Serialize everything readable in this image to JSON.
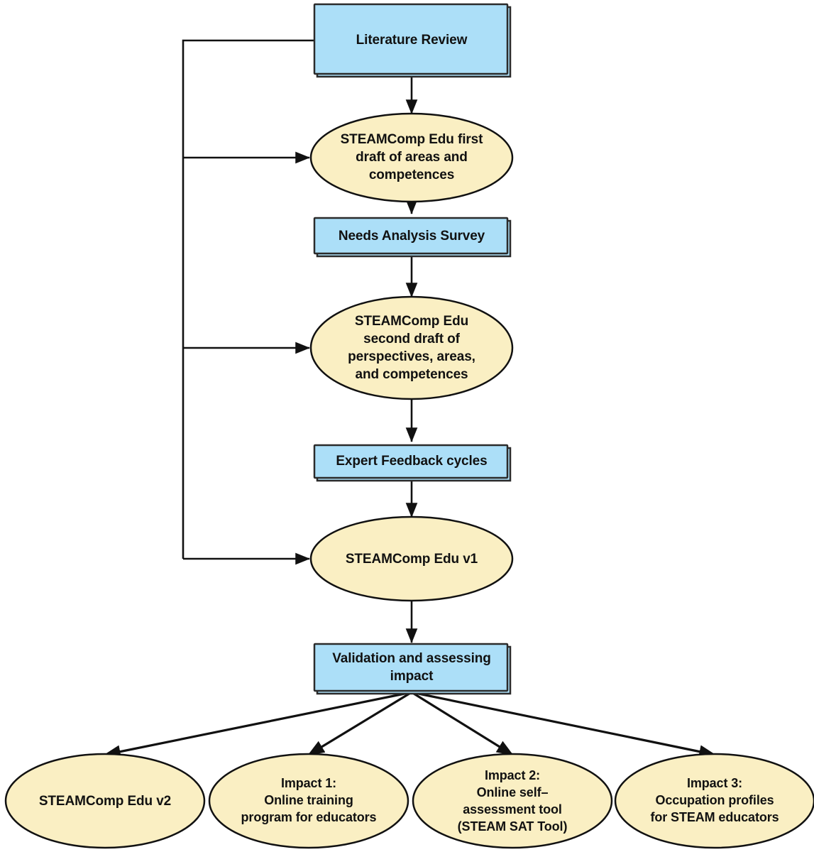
{
  "diagram": {
    "title": "STEAMComp Edu development and impact flowchart",
    "type": "flowchart",
    "colors": {
      "process_fill": "#ACDFF8",
      "outcome_fill": "#FAEFC3",
      "stroke": "#111111",
      "text": "#111111",
      "background": "#FFFFFF"
    },
    "nodes": [
      {
        "id": "literature-review",
        "shape": "rectangle",
        "label": "Literature Review",
        "lines": [
          "Literature Review"
        ]
      },
      {
        "id": "first-draft",
        "shape": "ellipse",
        "label": "STEAMComp Edu first draft of areas and competences",
        "lines": [
          "STEAMComp Edu first",
          "draft of areas and",
          "competences"
        ]
      },
      {
        "id": "needs-analysis-survey",
        "shape": "rectangle",
        "label": "Needs Analysis Survey",
        "lines": [
          "Needs Analysis Survey"
        ]
      },
      {
        "id": "second-draft",
        "shape": "ellipse",
        "label": "STEAMComp Edu second draft of perspectives, areas, and competences",
        "lines": [
          "STEAMComp Edu",
          "second draft of",
          "perspectives, areas,",
          "and competences"
        ]
      },
      {
        "id": "expert-feedback-cycles",
        "shape": "rectangle",
        "label": "Expert Feedback cycles",
        "lines": [
          "Expert Feedback cycles"
        ]
      },
      {
        "id": "steamcomp-edu-v1",
        "shape": "ellipse",
        "label": "STEAMComp Edu v1",
        "lines": [
          "STEAMComp Edu v1"
        ]
      },
      {
        "id": "validation-assessing-impact",
        "shape": "rectangle",
        "label": "Validation and assessing impact",
        "lines": [
          "Validation and assessing",
          "impact"
        ]
      },
      {
        "id": "steamcomp-edu-v2",
        "shape": "ellipse",
        "label": "STEAMComp Edu v2",
        "lines": [
          "STEAMComp Edu v2"
        ]
      },
      {
        "id": "impact-1",
        "shape": "ellipse",
        "label": "Impact 1: Online training program for educators",
        "lines": [
          "Impact 1:",
          "Online training",
          "program for educators"
        ]
      },
      {
        "id": "impact-2",
        "shape": "ellipse",
        "label": "Impact 2: Online self-assessment tool (STEAM SAT Tool)",
        "lines": [
          "Impact 2:",
          "Online self–",
          "assessment tool",
          "(STEAM SAT Tool)"
        ]
      },
      {
        "id": "impact-3",
        "shape": "ellipse",
        "label": "Impact 3: Occupation profiles for STEAM educators",
        "lines": [
          "Impact 3:",
          "Occupation profiles",
          "for STEAM educators"
        ]
      }
    ],
    "edges": [
      {
        "from": "literature-review",
        "to": "first-draft",
        "style": "straight-arrow"
      },
      {
        "from": "first-draft",
        "to": "needs-analysis-survey",
        "style": "straight-arrow"
      },
      {
        "from": "needs-analysis-survey",
        "to": "second-draft",
        "style": "straight-arrow"
      },
      {
        "from": "second-draft",
        "to": "expert-feedback-cycles",
        "style": "straight-arrow"
      },
      {
        "from": "expert-feedback-cycles",
        "to": "steamcomp-edu-v1",
        "style": "straight-arrow"
      },
      {
        "from": "steamcomp-edu-v1",
        "to": "validation-assessing-impact",
        "style": "straight-arrow"
      },
      {
        "from": "literature-review",
        "to": "first-draft",
        "style": "feedback-loop-left"
      },
      {
        "from": "literature-review",
        "to": "second-draft",
        "style": "feedback-loop-left"
      },
      {
        "from": "literature-review",
        "to": "steamcomp-edu-v1",
        "style": "feedback-loop-left"
      },
      {
        "from": "validation-assessing-impact",
        "to": "steamcomp-edu-v2",
        "style": "fan-arrow"
      },
      {
        "from": "validation-assessing-impact",
        "to": "impact-1",
        "style": "fan-arrow"
      },
      {
        "from": "validation-assessing-impact",
        "to": "impact-2",
        "style": "fan-arrow"
      },
      {
        "from": "validation-assessing-impact",
        "to": "impact-3",
        "style": "fan-arrow"
      }
    ]
  }
}
